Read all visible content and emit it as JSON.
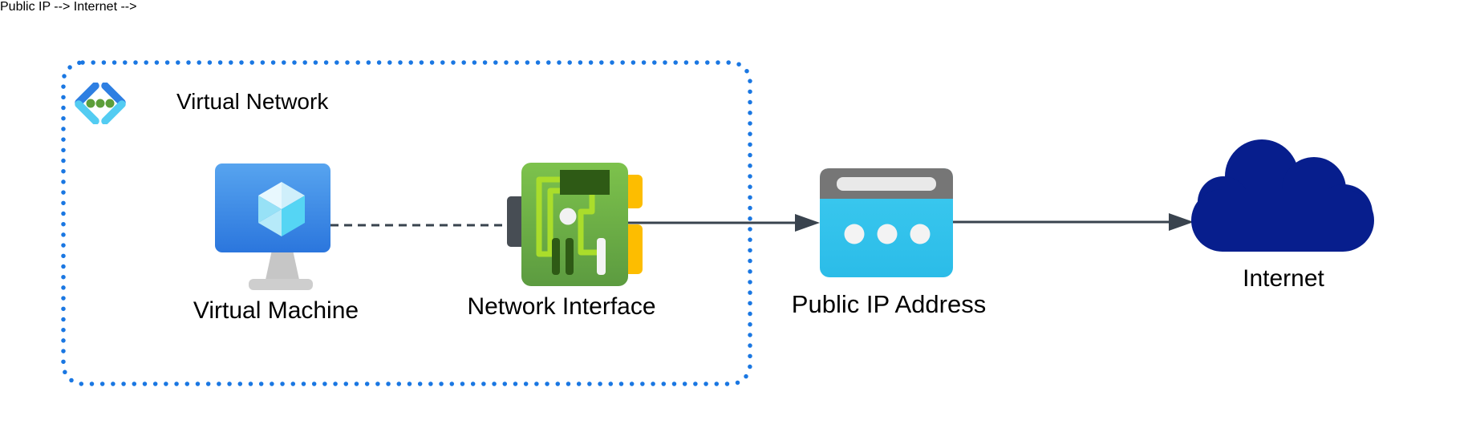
{
  "diagram": {
    "type": "azure-network-architecture",
    "container": {
      "label": "Virtual Network",
      "border_style": "dotted",
      "border_color": "#1a77e2",
      "icon": "virtual-network-icon"
    },
    "nodes": [
      {
        "id": "virtual-machine",
        "label": "Virtual Machine",
        "icon": "virtual-machine-icon",
        "inside_container": true,
        "primary_color": "#3b8be8"
      },
      {
        "id": "network-interface",
        "label": "Network Interface",
        "icon": "network-interface-icon",
        "inside_container": true,
        "primary_color": "#6aaf45"
      },
      {
        "id": "public-ip-address",
        "label": "Public IP Address",
        "icon": "public-ip-address-icon",
        "inside_container": false,
        "primary_color": "#34c5ec"
      },
      {
        "id": "internet",
        "label": "Internet",
        "icon": "internet-cloud-icon",
        "inside_container": false,
        "primary_color": "#071e8d"
      }
    ],
    "edges": [
      {
        "from": "virtual-machine",
        "to": "network-interface",
        "style": "dashed",
        "arrowhead": false,
        "color": "#39434e"
      },
      {
        "from": "network-interface",
        "to": "public-ip-address",
        "style": "solid",
        "arrowhead": true,
        "color": "#39434e"
      },
      {
        "from": "public-ip-address",
        "to": "internet",
        "style": "solid",
        "arrowhead": true,
        "color": "#39434e"
      }
    ],
    "colors": {
      "background": "#ffffff",
      "container_border": "#1a77e2",
      "edge": "#39434e",
      "label_text": "#000000",
      "vm_screen_top": "#57a4ef",
      "vm_screen_bottom": "#2b76dd",
      "vm_cube_bright": "#55d5f4",
      "vm_stand": "#c6c6c6",
      "nic_card_top": "#7dc24c",
      "nic_card_bottom": "#5c9b40",
      "nic_trace": "#aadd2b",
      "nic_dark_green": "#2e5a15",
      "nic_connector_gray": "#474d54",
      "nic_tab_yellow": "#fdbd00",
      "pip_header_gray": "#767676",
      "pip_body_cyan": "#36c6ea",
      "pip_dot_white": "#f3f3f3",
      "internet_cloud_navy": "#071e8d",
      "vnet_chevron_blue": "#2e7fe2",
      "vnet_chevron_cyan": "#53ccf2",
      "vnet_dot_green": "#5d9e3a"
    }
  }
}
